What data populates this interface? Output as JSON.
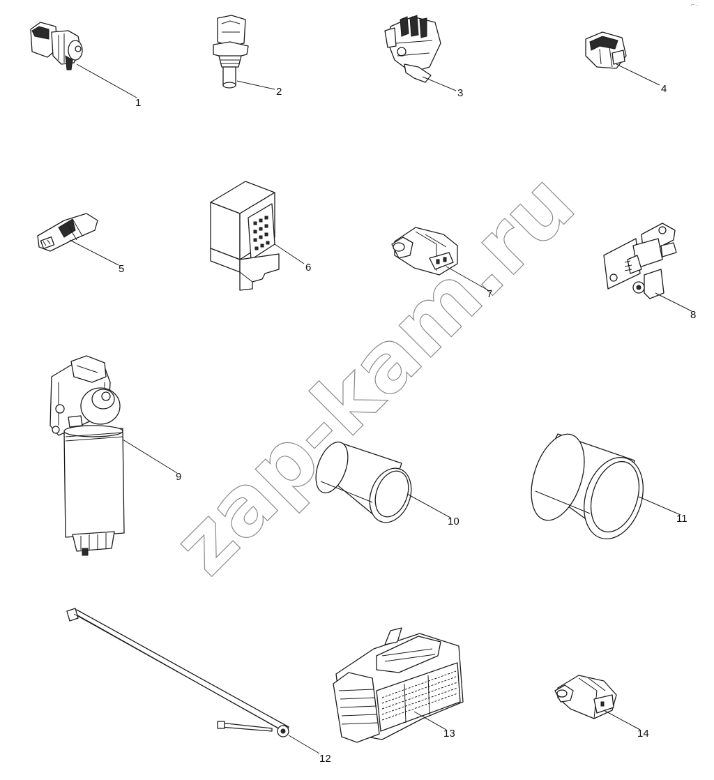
{
  "watermark": "zap-kam.ru",
  "corner_mark": "⌐–",
  "callouts": {
    "c1": "1",
    "c2": "2",
    "c3": "3",
    "c4": "4",
    "c5": "5",
    "c6": "6",
    "c7": "7",
    "c8": "8",
    "c9": "9",
    "c10": "10",
    "c11": "11",
    "c12": "12",
    "c13": "13",
    "c14": "14"
  }
}
